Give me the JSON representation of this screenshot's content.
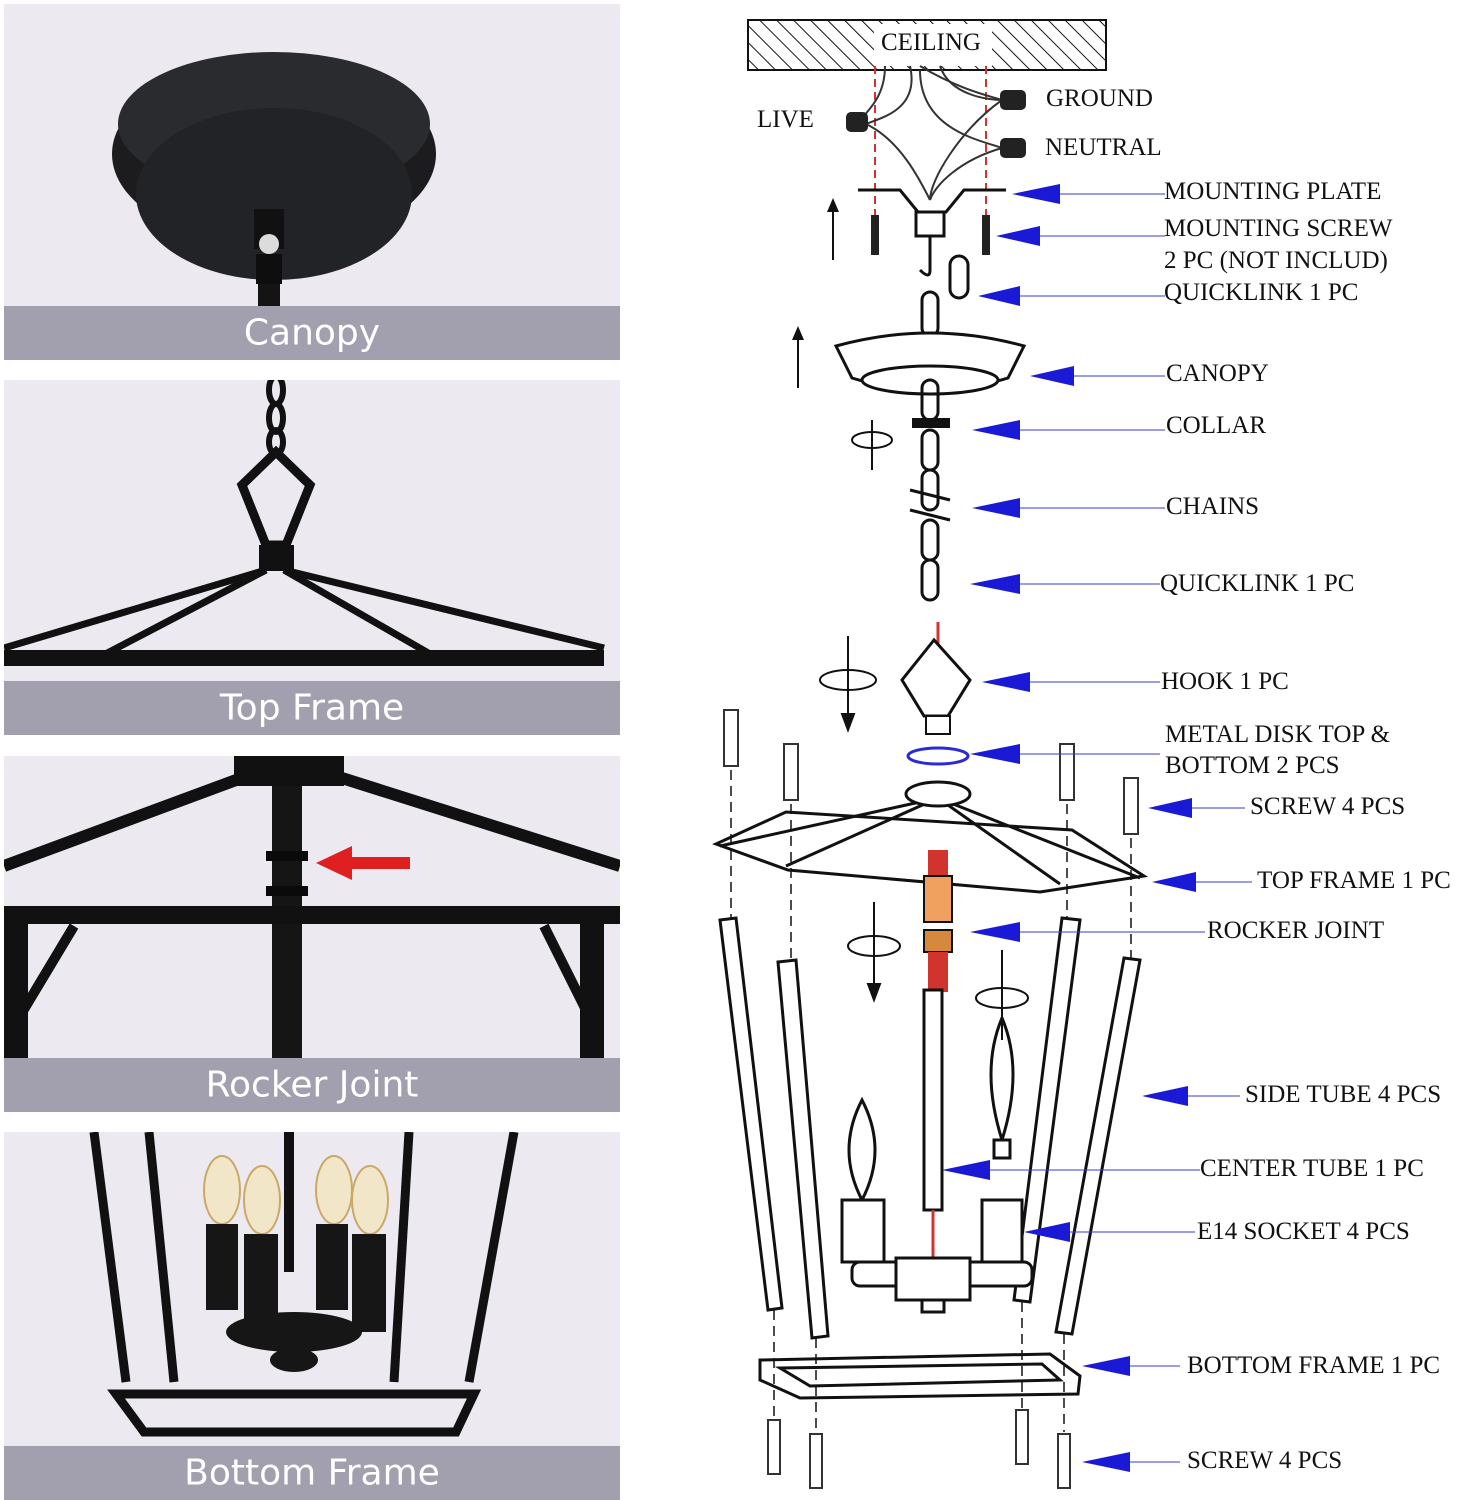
{
  "photos": {
    "canopy": "Canopy",
    "top_frame": "Top Frame",
    "rocker_joint": "Rocker Joint",
    "bottom_frame": "Bottom Frame"
  },
  "diagram": {
    "ceiling": "CEILING",
    "live": "LIVE",
    "ground": "GROUND",
    "neutral": "NEUTRAL",
    "mounting_plate": "MOUNTING PLATE",
    "mounting_screw_1": "MOUNTING SCREW",
    "mounting_screw_2": "2 PC (NOT INCLUD)",
    "quicklink_top": "QUICKLINK 1 PC",
    "canopy": "CANOPY",
    "collar": "COLLAR",
    "chains": "CHAINS",
    "quicklink_bottom": "QUICKLINK 1 PC",
    "hook": "HOOK 1 PC",
    "metal_disk_1": "METAL DISK TOP &",
    "metal_disk_2": "BOTTOM 2 PCS",
    "screw_top": "SCREW 4 PCS",
    "top_frame": "TOP FRAME 1 PC",
    "rocker_joint": "ROCKER JOINT",
    "side_tube": "SIDE TUBE  4 PCS",
    "center_tube": "CENTER TUBE 1 PC",
    "e14_socket": "E14 SOCKET  4 PCS",
    "bottom_frame": "BOTTOM  FRAME 1 PC",
    "screw_bottom": "SCREW  4 PCS"
  },
  "colors": {
    "caption_band": "#a29fae",
    "photo_background": "#eceaf0",
    "pointer_arrow": "#1a1ad6",
    "wire_red": "#d0342c"
  }
}
